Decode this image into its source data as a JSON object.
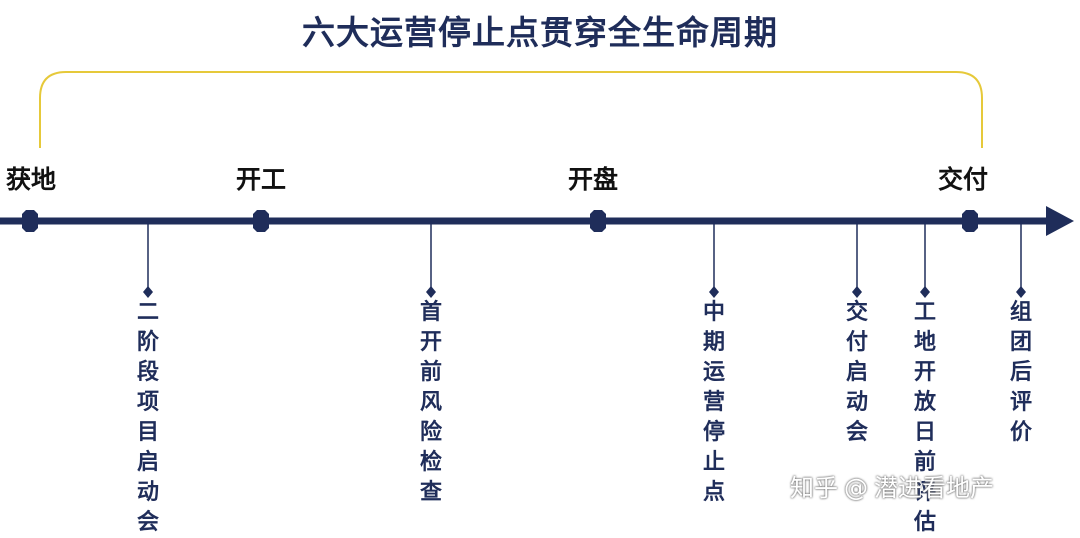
{
  "title": "六大运营停止点贯穿全生命周期",
  "milestones": [
    {
      "label": "获地"
    },
    {
      "label": "开工"
    },
    {
      "label": "开盘"
    },
    {
      "label": "交付"
    }
  ],
  "stop_points": [
    {
      "label": "二阶段项目启动会"
    },
    {
      "label": "首开前风险检查"
    },
    {
      "label": "中期运营停止点"
    },
    {
      "label": "交付启动会"
    },
    {
      "label": "工地开放日前评估"
    },
    {
      "label": "组团后评价"
    }
  ],
  "watermark": {
    "site": "知乎",
    "at": "@",
    "author": "潜进看地产"
  },
  "colors": {
    "axis": "#1f2d5a",
    "bracket": "#e6c93a",
    "text": "#1f2d5a"
  }
}
